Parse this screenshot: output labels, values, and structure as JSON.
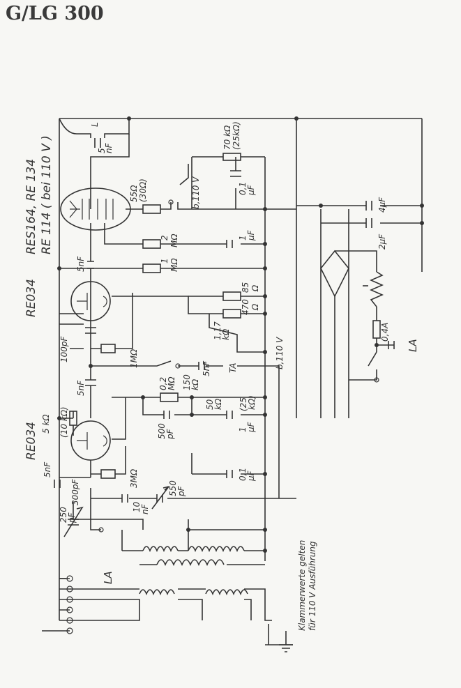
{
  "title": "G/LG 300",
  "tubes": {
    "t1": [
      "RES164, RE 134",
      "RE  114 ( bei 110 V )"
    ],
    "t2": "RE034",
    "t3": "RE034"
  },
  "labels": {
    "l_L": "L",
    "c5nf_top": [
      "5",
      "nF"
    ],
    "r70k": [
      "70 kΩ",
      "(25kΩ)"
    ],
    "c01_top": [
      "0,1",
      "µF"
    ],
    "r55": [
      "55Ω",
      "(30Ω)"
    ],
    "sw110_top": "b,110 V",
    "r2m": [
      "2",
      "MΩ"
    ],
    "c1uf_a": [
      "1",
      "µF"
    ],
    "c5nf_mid": "5nF",
    "r1m_a": [
      "1",
      "MΩ"
    ],
    "c4uf": "4µF",
    "c2uf": "2µF",
    "r85": [
      "85",
      "Ω"
    ],
    "r470": [
      "470",
      "Ω"
    ],
    "r117": [
      "1,17",
      "kΩ"
    ],
    "f04": "0,4A",
    "la_right": "LA",
    "sw110_mid": "b,110 V",
    "c100pf": "100pF",
    "r1m_b": "1MΩ",
    "c5nf_b": "5nF",
    "ta": "TA",
    "r02m": [
      "0,2",
      "MΩ"
    ],
    "r150k": [
      "150",
      "kΩ"
    ],
    "c5nf_c": "5nF",
    "r50k": [
      "50",
      "kΩ"
    ],
    "r25k": [
      "(25",
      "kΩ)"
    ],
    "r5k": "5 kΩ",
    "r10k": "(10 kΩ)",
    "c500pf": [
      "500",
      "pF"
    ],
    "c1uf_b": [
      "1",
      "µF"
    ],
    "c5nf_d": "5nF",
    "c300pf": "300pF",
    "r3m": "3MΩ",
    "c550pf": [
      "550",
      "pF"
    ],
    "c250pf": [
      "250",
      "pF"
    ],
    "c10nf": [
      "10",
      "nF"
    ],
    "c01_b": [
      "0,1",
      "µF"
    ],
    "la_left": "LA",
    "note": [
      "Klammerwerte gelten",
      "für 110 V Ausführung"
    ]
  }
}
